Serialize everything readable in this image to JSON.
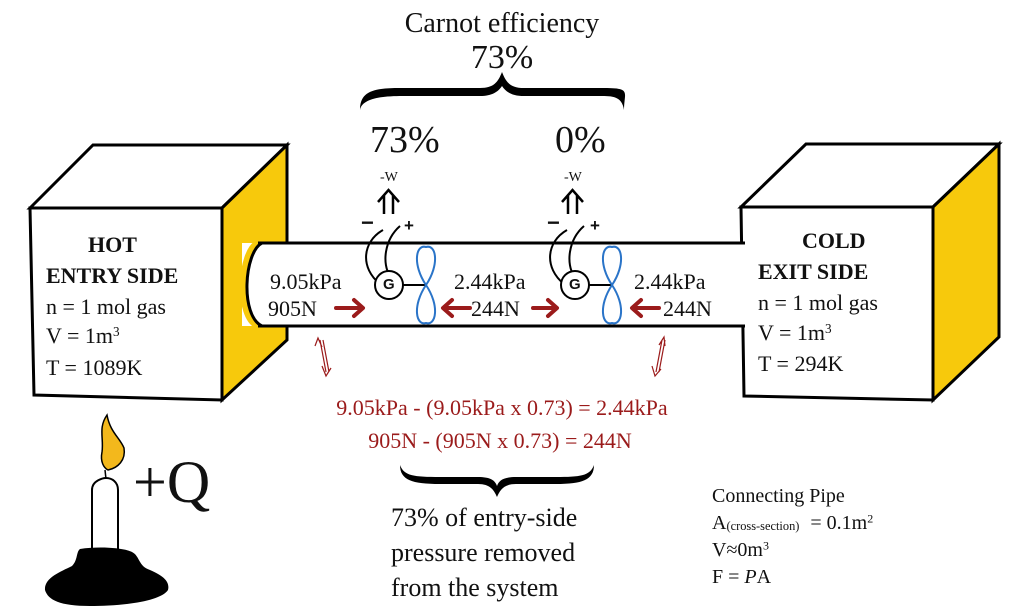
{
  "title": {
    "line1": "Carnot efficiency",
    "line2": "73%"
  },
  "stages": [
    {
      "efficiency": "73%",
      "work_label": "-W",
      "minus": "−",
      "plus": "+",
      "generator": "G"
    },
    {
      "efficiency": "0%",
      "work_label": "-W",
      "minus": "−",
      "plus": "+",
      "generator": "G"
    }
  ],
  "hot_box": {
    "heading1": "HOT",
    "heading2": "ENTRY SIDE",
    "n": "n = 1 mol gas",
    "v_prefix": "V = 1m",
    "v_sup": "3",
    "t": "T = 1089K"
  },
  "cold_box": {
    "heading1": "COLD",
    "heading2": "EXIT SIDE",
    "n": "n = 1 mol gas",
    "v_prefix": "V = 1m",
    "v_sup": "3",
    "t": "T = 294K"
  },
  "pipe": {
    "seg1_pressure": "9.05kPa",
    "seg1_force": "905N",
    "seg2_pressure": "2.44kPa",
    "seg2_force": "244N",
    "seg3_pressure": "2.44kPa",
    "seg3_force": "244N"
  },
  "equations": {
    "pressure": "9.05kPa - (9.05kPa x 0.73) = 2.44kPa",
    "force": "905N - (905N x 0.73) = 244N"
  },
  "removed_note": {
    "line1": "73% of entry-side",
    "line2": "pressure removed",
    "line3": "from the system"
  },
  "heat": {
    "label": "+Q"
  },
  "connecting_pipe": {
    "title": "Connecting Pipe",
    "area_prefix": "A",
    "area_sub": "(cross-section)",
    "area_value": " = 0.1m",
    "area_sup": "2",
    "volume_prefix": "V≈0m",
    "volume_sup": "3",
    "force_prefix": "F = ",
    "force_italic": "P",
    "force_suffix": "A"
  },
  "colors": {
    "box_side": "#f7c90c",
    "arrow_red": "#9b1b1b",
    "propeller_blue": "#2a74c8",
    "flame": "#f3b81c"
  }
}
